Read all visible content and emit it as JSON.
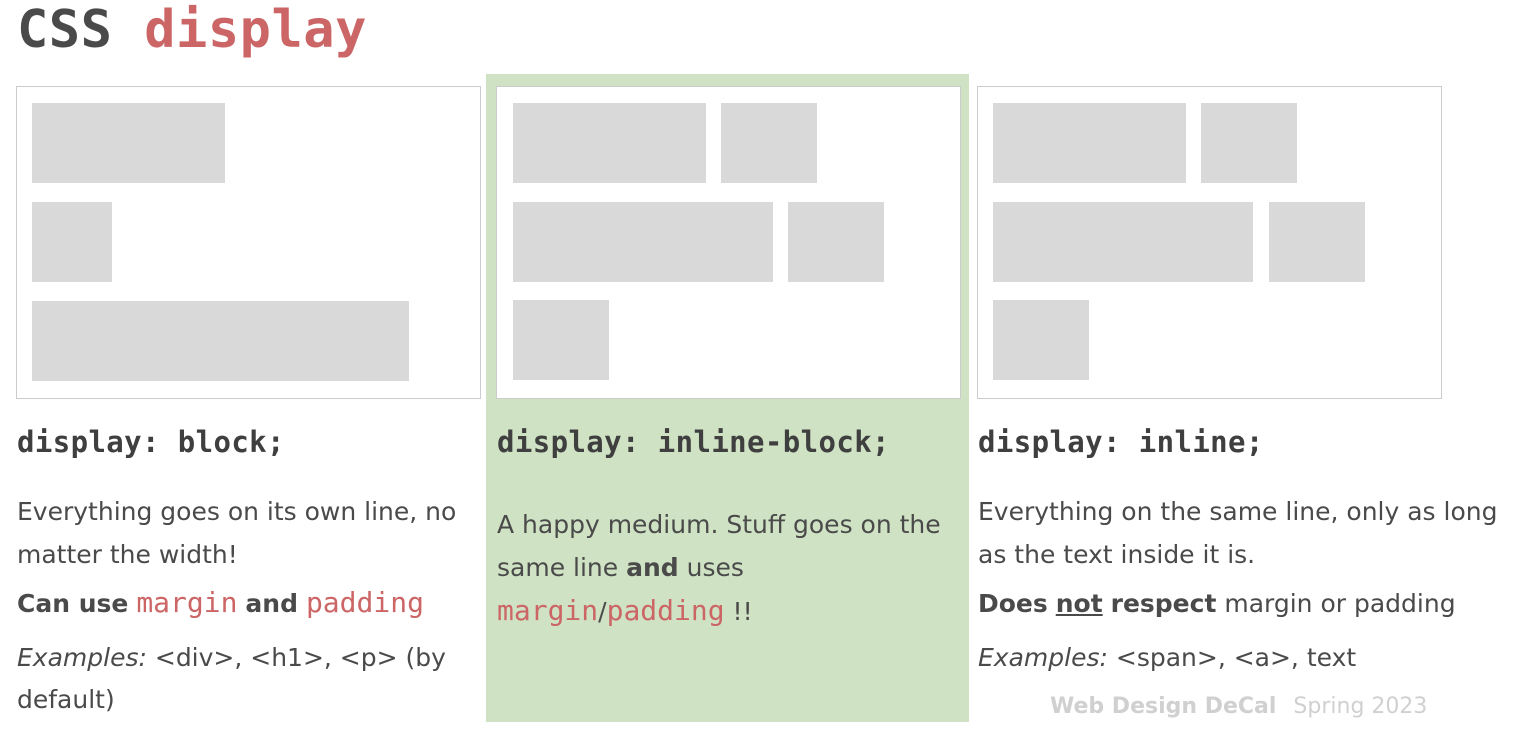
{
  "title": {
    "prefix": "CSS",
    "keyword": "display"
  },
  "columns": [
    {
      "code": "display: block;",
      "description": "Everything goes on its own line, no matter the width!",
      "use_line": {
        "pre": "Can use",
        "kw1": "margin",
        "mid": "and",
        "kw2": "padding"
      },
      "examples": {
        "label": "Examples:",
        "text": " <div>, <h1>, <p> (by default)"
      }
    },
    {
      "code": "display: inline-block;",
      "description_pre": "A happy medium. Stuff goes on the same line",
      "description_bold": "and",
      "description_post": "uses",
      "kw1": "margin",
      "sep": "/",
      "kw2": "padding",
      "suffix": " !!"
    },
    {
      "code": "display: inline;",
      "description": "Everything on the same line, only as long as the text inside it is.",
      "respect_line": {
        "pre": "Does",
        "not": "not",
        "bold_post": "respect",
        "rest": "margin or padding"
      },
      "examples": {
        "label": "Examples:",
        "text": " <span>, <a>, text"
      }
    }
  ],
  "footer": {
    "brand": "Web Design DeCal",
    "term": "Spring 2023"
  },
  "colors": {
    "accent": "#cc6666",
    "highlight": "#cfe2c4",
    "block": "#d9d9d9",
    "text": "#4a4a4a"
  }
}
